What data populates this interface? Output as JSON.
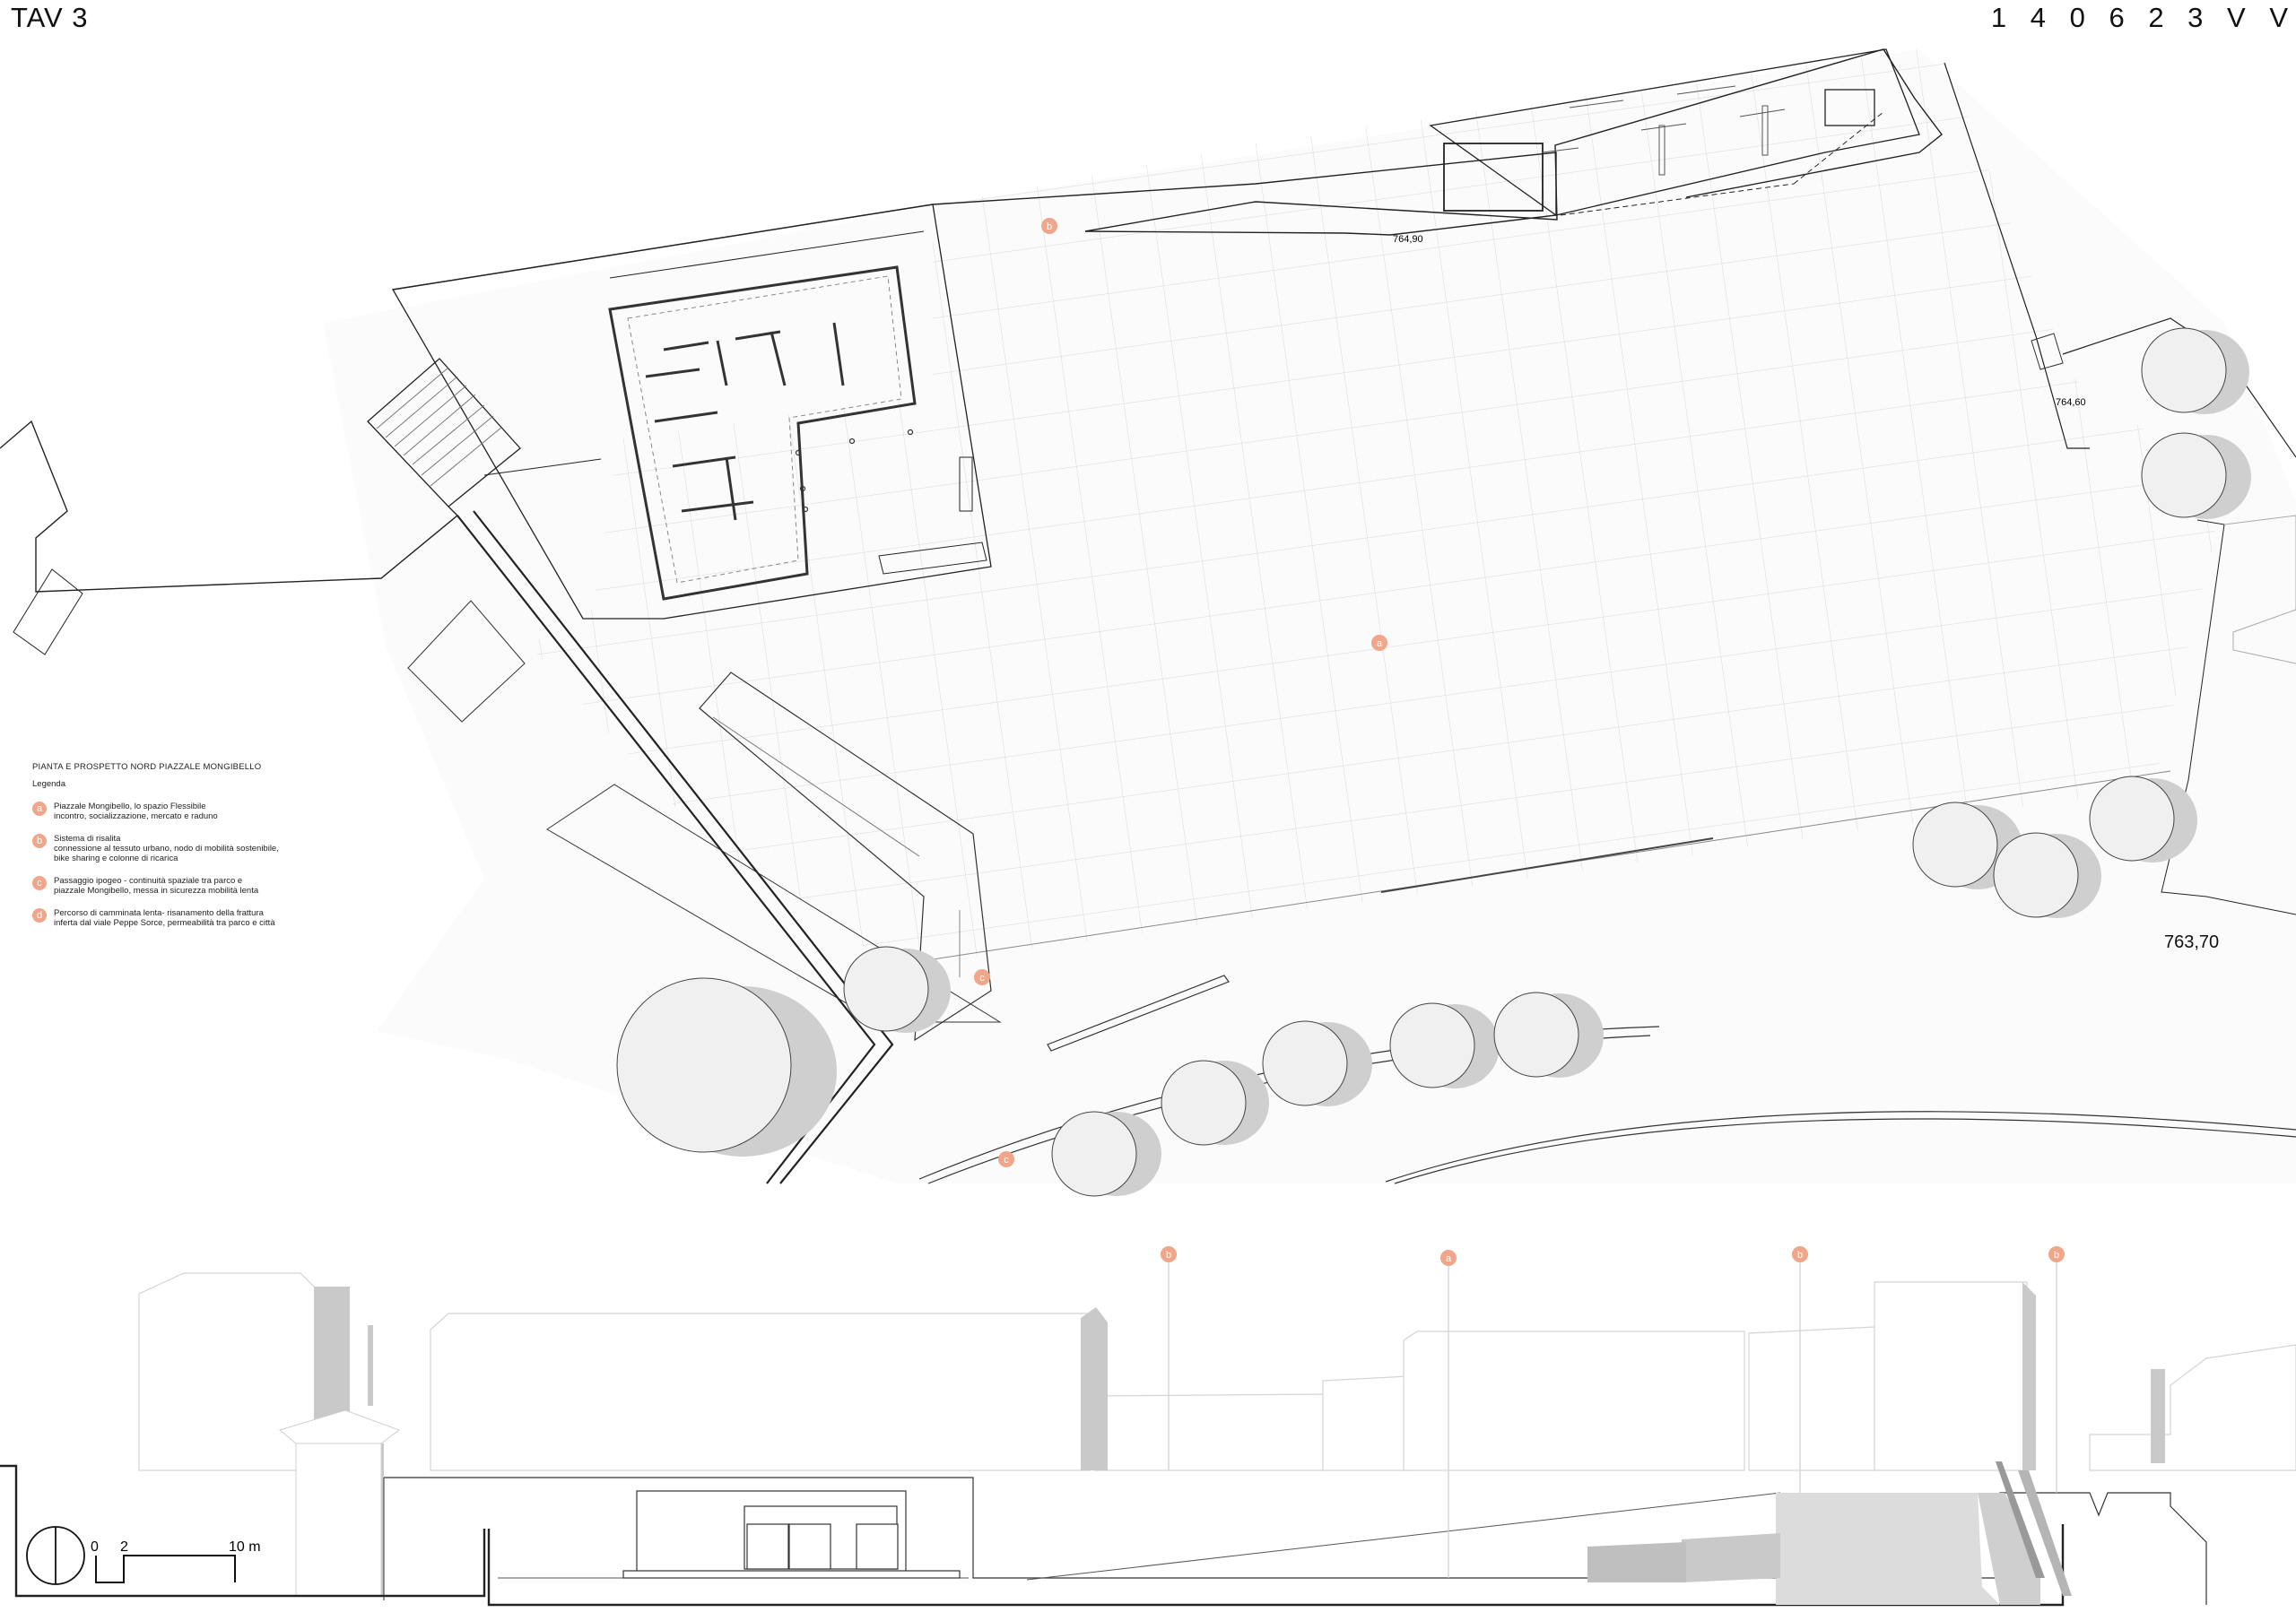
{
  "header": {
    "sheet": "TAV 3",
    "code": "1 4 0 6 2 3 V V"
  },
  "legend": {
    "title": "PIANTA E PROSPETTO NORD PIAZZALE MONGIBELLO",
    "subtitle": "Legenda",
    "items": [
      {
        "badge": "a",
        "lines": [
          "Piazzale Mongibello, lo spazio Flessibile",
          "incontro, socializzazione, mercato e raduno"
        ]
      },
      {
        "badge": "b",
        "lines": [
          "Sistema di risalita",
          "connessione al tessuto urbano, nodo di mobilità sostenibile,",
          "bike sharing e colonne di ricarica"
        ]
      },
      {
        "badge": "c",
        "lines": [
          "Passaggio ipogeo - continuità spaziale tra parco e",
          "piazzale Mongibello, messa in sicurezza mobilità lenta"
        ]
      },
      {
        "badge": "d",
        "lines": [
          "Percorso di camminata lenta- risanamento della frattura",
          "inferta dal viale Peppe Sorce, permeabilità tra parco e città"
        ]
      }
    ]
  },
  "elevations": {
    "e1": "764,90",
    "e2": "764,60",
    "e3": "763,70"
  },
  "plan_markers": [
    "b",
    "a",
    "c",
    "c"
  ],
  "section_markers": [
    "b",
    "a",
    "b",
    "b"
  ],
  "scale": {
    "zero": "0",
    "two": "2",
    "ten": "10 m"
  },
  "colors": {
    "marker": "#f0a68a",
    "line": "#222222",
    "grid": "#d6d6d6",
    "tree": "#ececec",
    "shadow": "#c8c8c8"
  }
}
